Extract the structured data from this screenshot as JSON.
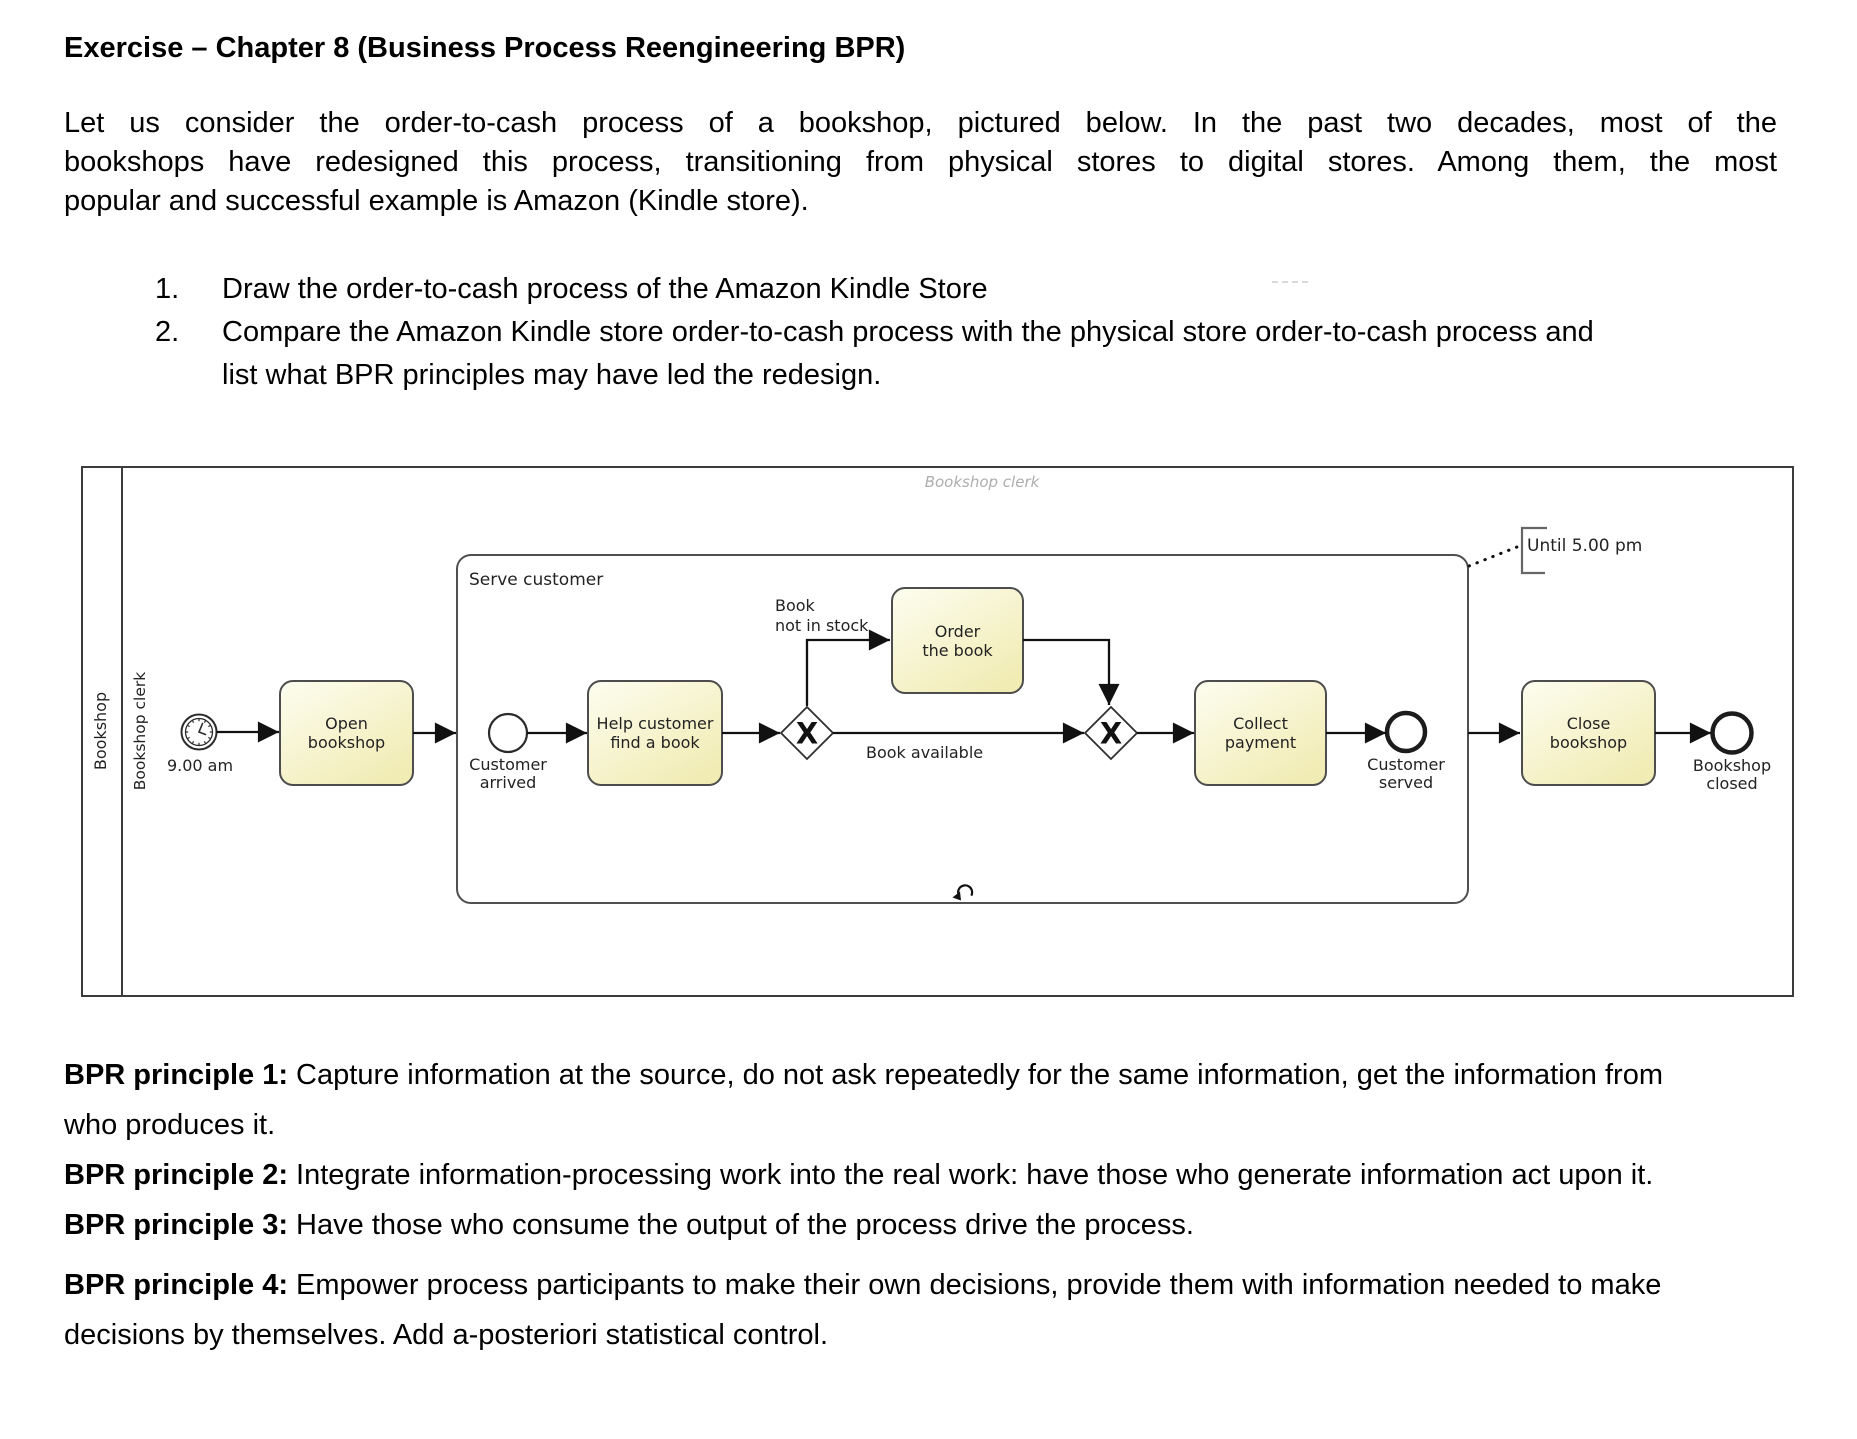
{
  "document": {
    "title": "Exercise – Chapter 8 (Business Process Reengineering BPR)",
    "intro_lines": [
      "Let us consider the order-to-cash process of a bookshop, pictured below. In the past two decades, most of the",
      "bookshops have redesigned this process, transitioning from physical stores to digital stores. Among them, the most",
      "popular and successful example is Amazon (Kindle store)."
    ],
    "list": [
      {
        "num": "1.",
        "lines": [
          "Draw the order-to-cash process of the Amazon Kindle Store"
        ]
      },
      {
        "num": "2.",
        "lines": [
          "Compare the Amazon Kindle store order-to-cash process with the physical store order-to-cash process and",
          "list what BPR principles may have led the redesign."
        ]
      }
    ],
    "principles": [
      {
        "label": "BPR principle 1:",
        "line1": " Capture information at the source, do not ask repeatedly for the same information, get the information from",
        "line2": "who produces it."
      },
      {
        "label": "BPR principle 2:",
        "line1": " Integrate information-processing work into the real work: have those who generate information act upon it."
      },
      {
        "label": "BPR principle 3:",
        "line1": " Have those who consume the output of the process drive the process."
      },
      {
        "label": "BPR principle 4:",
        "line1": " Empower process participants to make their own decisions, provide them with information needed to make",
        "line2": "decisions by themselves. Add a-posteriori statistical control."
      }
    ]
  },
  "diagram": {
    "pool_label": "Bookshop",
    "lane_label": "Bookshop clerk",
    "lane_label_top": "Bookshop clerk",
    "subprocess_label": "Serve customer",
    "start_event_label": "9.00 am",
    "tasks": {
      "open": [
        "Open",
        "bookshop"
      ],
      "help": [
        "Help customer",
        "find a book"
      ],
      "order": [
        "Order",
        "the book"
      ],
      "collect": [
        "Collect",
        "payment"
      ],
      "close": [
        "Close",
        "bookshop"
      ]
    },
    "events": {
      "customer_arrived": [
        "Customer",
        "arrived"
      ],
      "customer_served": [
        "Customer",
        "served"
      ],
      "bookshop_closed": [
        "Bookshop",
        "closed"
      ]
    },
    "flow_labels": {
      "book_not_in_stock": [
        "Book",
        "not in stock"
      ],
      "book_available": "Book available"
    },
    "gateway_marker": "X",
    "timer_annotation": "Until 5.00 pm",
    "colors": {
      "task_fill_light": "#fdfdf0",
      "task_fill_dark": "#f1ecb4",
      "task_border": "#4d4d4d",
      "flow_line": "#111111",
      "lane_label_gray": "#adadad"
    }
  }
}
